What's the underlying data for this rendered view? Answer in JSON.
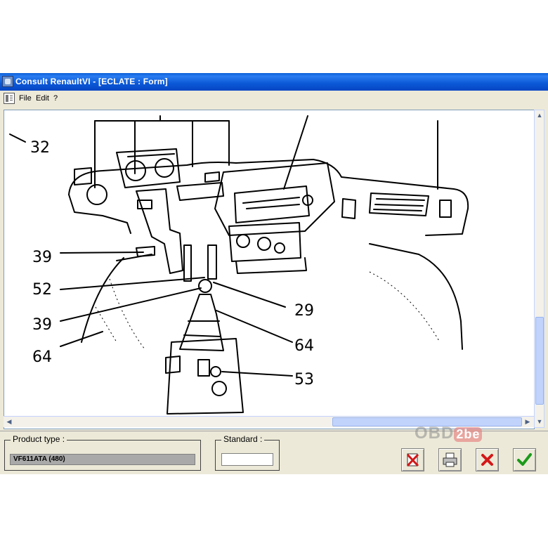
{
  "window": {
    "title": "Consult RenaultVI - [ECLATE : Form]"
  },
  "menu": {
    "file": "File",
    "edit": "Edit",
    "help": "?"
  },
  "diagram": {
    "callouts": [
      {
        "label": "32"
      },
      {
        "label": "39"
      },
      {
        "label": "52"
      },
      {
        "label": "39"
      },
      {
        "label": "64"
      },
      {
        "label": "29"
      },
      {
        "label": "64"
      },
      {
        "label": "53"
      }
    ]
  },
  "footer": {
    "product_type_label": "Product type :",
    "product_type_value": "VF611ATA (480)",
    "standard_label": "Standard :",
    "standard_value": ""
  },
  "watermark": {
    "text_left": "OBD",
    "text_box": "2be"
  },
  "colors": {
    "titlebar": "#0b58d6",
    "window_bg": "#ece9d8",
    "scroll_thumb": "#c1d3fb",
    "check_green": "#1a9a1a",
    "x_red": "#d41818"
  },
  "icons": [
    "app-icon",
    "menu-icon",
    "delete-icon",
    "print-icon",
    "cancel-icon",
    "ok-icon"
  ]
}
